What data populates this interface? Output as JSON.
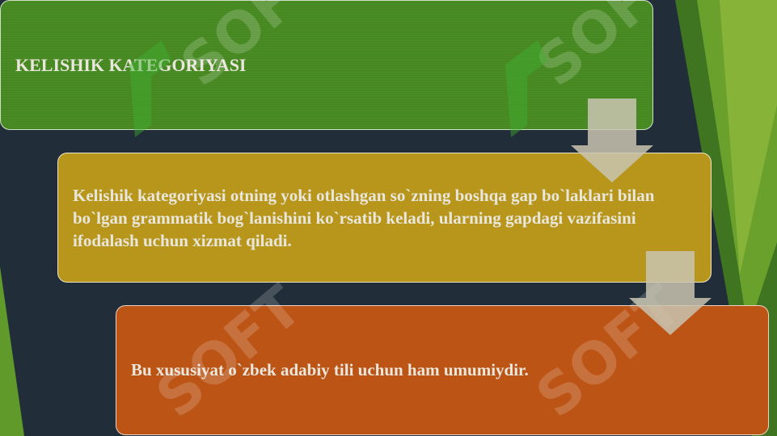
{
  "slide": {
    "step1": "KELISHIK KATEGORIYASI",
    "step2": "Kelishik kategoriyasi otning yoki otlashgan so`zning boshqa gap bo`laklari bilan bo`lgan grammatik bog`lanishini ko`rsatib keladi, ularning gapdagi vazifasini ifodalash uchun xizmat qiladi.",
    "step3": "Bu xususiyat o`zbek adabiy tili uchun ham umumiydir."
  },
  "colors": {
    "background": "#212d38",
    "step1_fill": "#4a8c24",
    "step2_fill": "#b7961b",
    "step3_fill": "#bb5415",
    "arrow_fill": "#c9c4b2",
    "accent_green": "#6aa02c"
  }
}
